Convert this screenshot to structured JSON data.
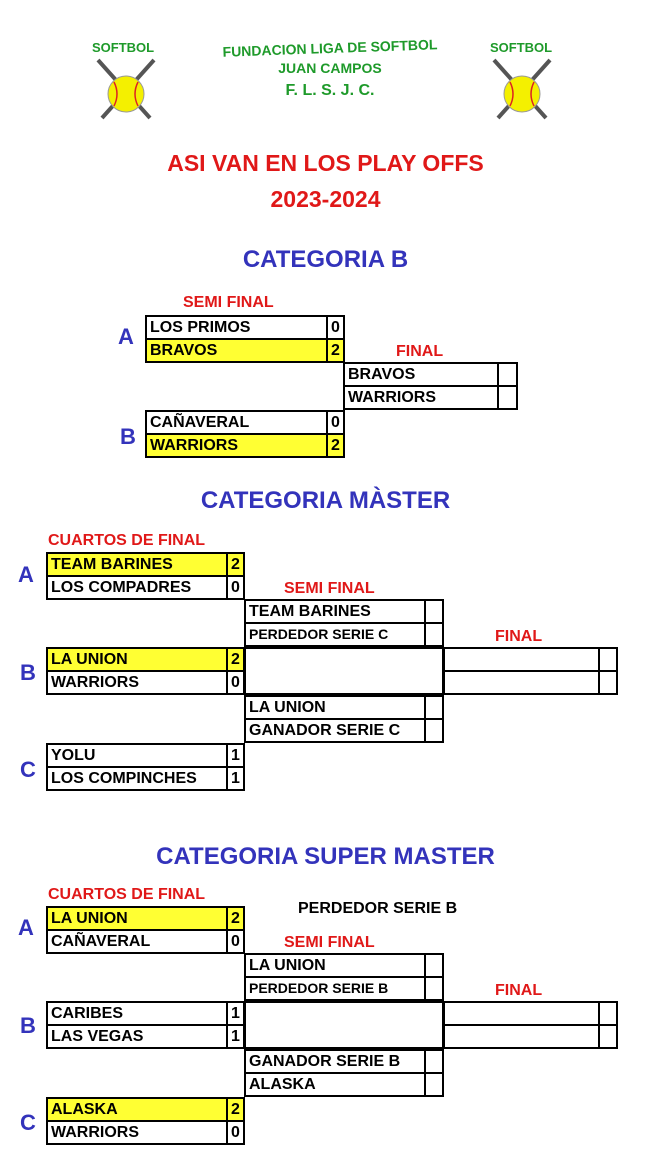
{
  "header": {
    "org_line1": "FUNDACION LIGA DE SOFTBOL",
    "org_line2": "JUAN CAMPOS",
    "org_abbr": "F. L. S. J. C.",
    "logo_text": "SOFTBOL",
    "title_line1": "ASI VAN EN LOS PLAY OFFS",
    "title_line2": "2023-2024"
  },
  "colors": {
    "accent_red": "#e01818",
    "category_blue": "#3333bb",
    "winner_yellow": "#ffff33",
    "org_green": "#1e9a2a"
  },
  "cat_b": {
    "title": "CATEGORIA B",
    "semi_label": "SEMI FINAL",
    "final_label": "FINAL",
    "group_a": {
      "letter": "A",
      "t1": "LOS PRIMOS",
      "s1": "0",
      "t2": "BRAVOS",
      "s2": "2"
    },
    "group_b": {
      "letter": "B",
      "t1": "CAÑAVERAL",
      "s1": "0",
      "t2": "WARRIORS",
      "s2": "2"
    },
    "final": {
      "t1": "BRAVOS",
      "t2": "WARRIORS"
    }
  },
  "cat_m": {
    "title": "CATEGORIA MÀSTER",
    "qf_label": "CUARTOS DE FINAL",
    "semi_label": "SEMI FINAL",
    "final_label": "FINAL",
    "group_a": {
      "letter": "A",
      "t1": "TEAM BARINES",
      "s1": "2",
      "t2": "LOS COMPADRES",
      "s2": "0"
    },
    "group_b": {
      "letter": "B",
      "t1": "LA UNION",
      "s1": "2",
      "t2": "WARRIORS",
      "s2": "0"
    },
    "group_c": {
      "letter": "C",
      "t1": "YOLU",
      "s1": "1",
      "t2": "LOS COMPINCHES",
      "s2": "1"
    },
    "semi1": {
      "t1": "TEAM BARINES",
      "t2": "PERDEDOR SERIE C"
    },
    "semi2": {
      "t1": "LA UNION",
      "t2": "GANADOR SERIE C"
    }
  },
  "cat_s": {
    "title": "CATEGORIA SUPER MASTER",
    "qf_label": "CUARTOS DE FINAL",
    "note": "PERDEDOR SERIE B",
    "semi_label": "SEMI FINAL",
    "final_label": "FINAL",
    "group_a": {
      "letter": "A",
      "t1": "LA UNION",
      "s1": "2",
      "t2": "CAÑAVERAL",
      "s2": "0"
    },
    "group_b": {
      "letter": "B",
      "t1": "CARIBES",
      "s1": "1",
      "t2": "LAS VEGAS",
      "s2": "1"
    },
    "group_c": {
      "letter": "C",
      "t1": "ALASKA",
      "s1": "2",
      "t2": "WARRIORS",
      "s2": "0"
    },
    "semi1": {
      "t1": "LA UNION",
      "t2": "PERDEDOR SERIE B"
    },
    "semi2": {
      "t1": "GANADOR SERIE B",
      "t2": "ALASKA"
    }
  }
}
